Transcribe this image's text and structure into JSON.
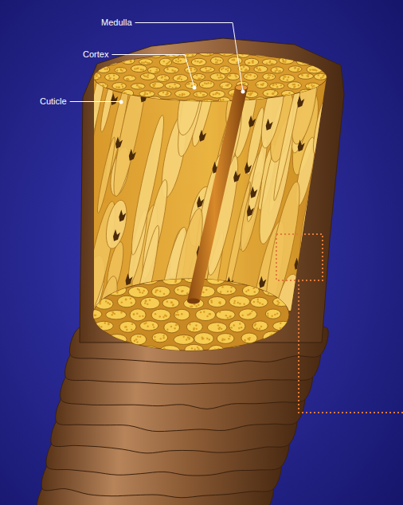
{
  "diagram": {
    "labels": [
      "Medulla",
      "Cortex",
      "Cuticle"
    ]
  }
}
